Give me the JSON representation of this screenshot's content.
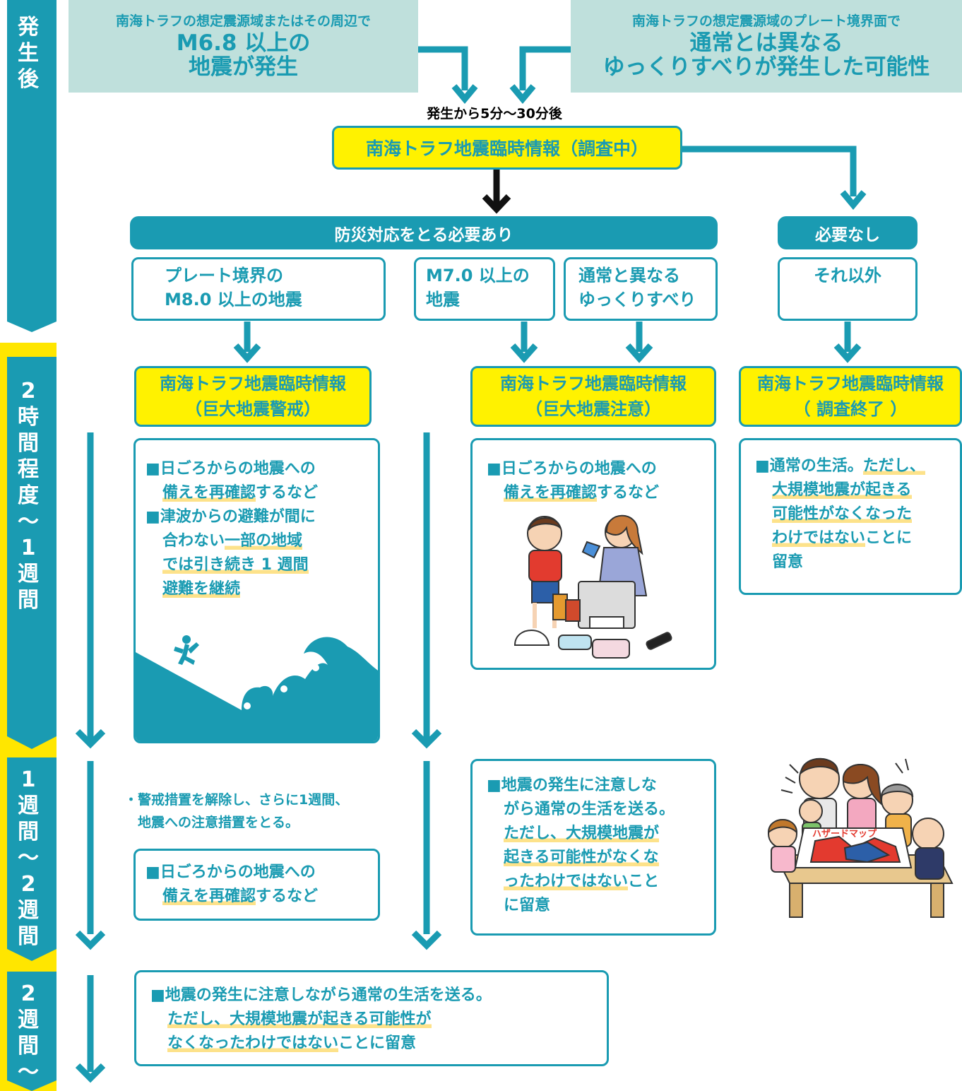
{
  "colors": {
    "teal": "#1a9bb2",
    "yellow": "#fff200",
    "gray": "#bfe0dc",
    "highlight": "#fde28a"
  },
  "timeline": {
    "phase1": "発\n生\n後",
    "phase2": "2\n時\n間\n程\n度\n〜\n1\n週\n間",
    "phase3": "1\n週\n間\n〜\n2\n週\n間",
    "phase4": "2\n週\n間\n〜"
  },
  "triggers": {
    "left_sub": "南海トラフの想定震源域またはその周辺で",
    "left_main": "M6.8 以上の\n地震が発生",
    "right_sub": "南海トラフの想定震源域のプレート境界面で",
    "right_main": "通常とは異なる\nゆっくりすべりが発生した可能性"
  },
  "timing": "発生から5分〜30分後",
  "investigation": "南海トラフ地震臨時情報（調査中）",
  "bars": {
    "action_needed": "防災対応をとる必要あり",
    "not_needed": "必要なし"
  },
  "cases": {
    "m8": "プレート境界の\nM8.0 以上の地震",
    "m7": "M7.0 以上の\n地震",
    "slow": "通常と異なる\nゆっくりすべり",
    "other": "それ以外"
  },
  "info": {
    "warning": "南海トラフ地震臨時情報\n（巨大地震警戒）",
    "caution": "南海トラフ地震臨時情報\n（巨大地震注意）",
    "ended": "南海トラフ地震臨時情報\n（ 調査終了 ）"
  },
  "warning_box": {
    "l1": "■日ごろからの地震への",
    "l2a": "備えを再確認",
    "l2b": "するなど",
    "l3": "■津波からの避難が間に",
    "l4a": "合わない",
    "l4b": "一部の地域",
    "l5": "では引き続き 1 週間",
    "l6": "避難を継続"
  },
  "caution_box": {
    "l1": "■日ごろからの地震への",
    "l2a": "備えを再確認",
    "l2b": "するなど"
  },
  "ended_box": {
    "l1a": "■通常の生活。",
    "l1b": "ただし、",
    "l2": "大規模地震が起きる",
    "l3": "可能性がなくなった",
    "l4a": "わけではない",
    "l4b": "ことに",
    "l5": "留意"
  },
  "week2_note": "・警戒措置を解除し、さらに1週間、\n　地震への注意措置をとる。",
  "week2_left": {
    "l1": "■日ごろからの地震への",
    "l2a": "備えを再確認",
    "l2b": "するなど"
  },
  "week2_center": {
    "l1": "■地震の発生に注意しな",
    "l2": "がら通常の生活を送る。",
    "l3": "ただし、大規模地震が",
    "l4": "起きる可能性がなくな",
    "l5a": "ったわけではない",
    "l5b": "こと",
    "l6": "に留意"
  },
  "final_box": {
    "l1": "■地震の発生に注意しながら通常の生活を送る。",
    "l2": "ただし、大規模地震が起きる可能性が",
    "l3a": "なくなったわけではない",
    "l3b": "ことに留意"
  },
  "map_label": "ハザードマップ"
}
